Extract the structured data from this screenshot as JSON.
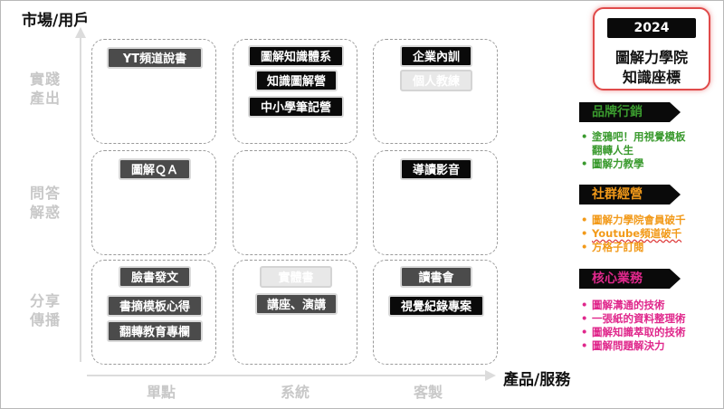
{
  "axes": {
    "y_title": "市場/用戶",
    "x_title": "產品/服務",
    "rows": [
      "實踐\n產出",
      "問答\n解惑",
      "分享\n傳播"
    ],
    "columns": [
      "單點",
      "系統",
      "客製"
    ]
  },
  "cells": {
    "r1c1": [
      {
        "label": "YT頻道說書",
        "style": "gray"
      }
    ],
    "r1c2": [
      {
        "label": "圖解知識體系",
        "style": "black"
      },
      {
        "label": "知識圖解營",
        "style": "black"
      },
      {
        "label": "中小學筆記營",
        "style": "black"
      }
    ],
    "r1c3": [
      {
        "label": "企業內訓",
        "style": "black"
      },
      {
        "label": "個人教練",
        "style": "light"
      }
    ],
    "r2c1": [
      {
        "label": "圖解ＱＡ",
        "style": "gray"
      }
    ],
    "r2c2": [],
    "r2c3": [
      {
        "label": "導讀影音",
        "style": "black"
      }
    ],
    "r3c1": [
      {
        "label": "臉書發文",
        "style": "gray"
      },
      {
        "label": "書摘模板心得",
        "style": "gray"
      },
      {
        "label": "翻轉教育專欄",
        "style": "gray"
      }
    ],
    "r3c2": [
      {
        "label": "實體書",
        "style": "light"
      },
      {
        "label": "講座、演講",
        "style": "gray"
      }
    ],
    "r3c3": [
      {
        "label": "讀書會",
        "style": "gray"
      },
      {
        "label": "視覺紀錄專案",
        "style": "black"
      }
    ]
  },
  "badge": {
    "year": "2024",
    "line1": "圖解力學院",
    "line2": "知識座標",
    "border_color": "#e04a4a"
  },
  "sections": [
    {
      "title": "品牌行銷",
      "color": "#3a9a2e",
      "items": [
        "塗鴉吧！用視覺模板\n翻轉人生",
        "圖解力教學"
      ]
    },
    {
      "title": "社群經營",
      "color": "#f29a1a",
      "items": [
        "圖解力學院會員破千",
        "Youtube頻道破千",
        "方格子訂閱"
      ]
    },
    {
      "title": "核心業務",
      "color": "#e0288c",
      "items": [
        "圖解溝通的技術",
        "一張紙的資料整理術",
        "圖解知識萃取的技術",
        "圖解問題解決力"
      ]
    }
  ]
}
